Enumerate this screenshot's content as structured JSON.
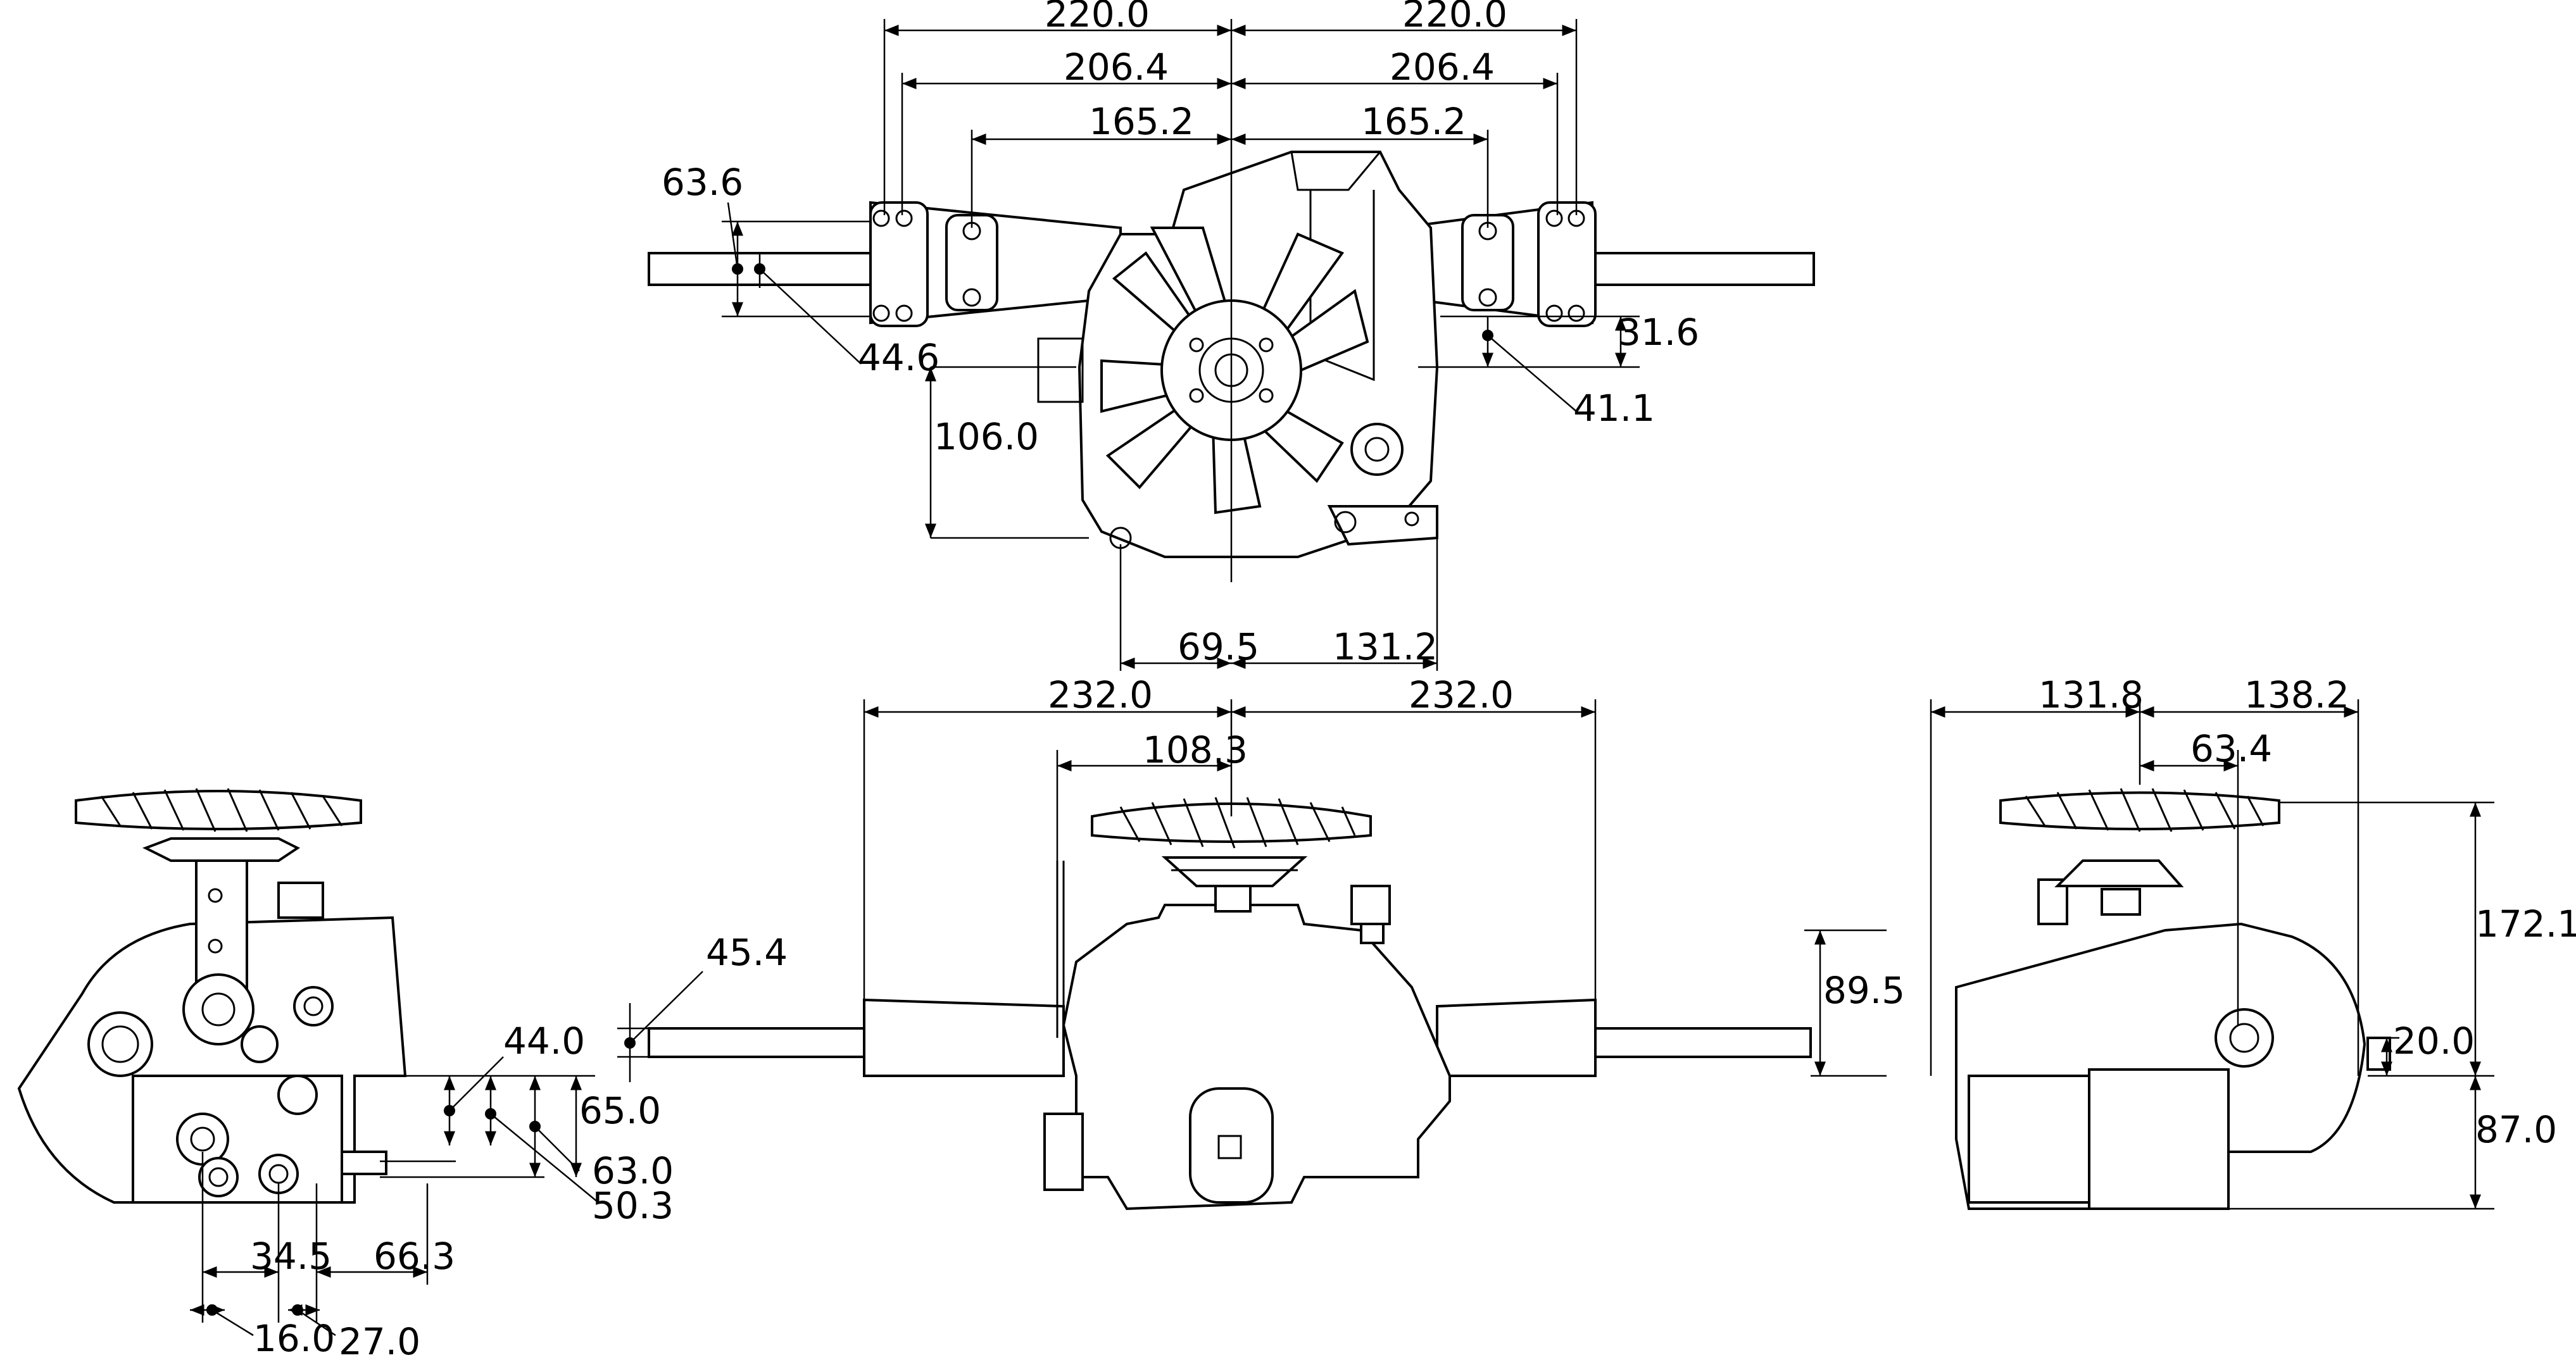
{
  "dimensions": {
    "top_width_left": "220.0",
    "top_width_right": "220.0",
    "top_mid_left": "206.4",
    "top_mid_right": "206.4",
    "top_inner_left": "165.2",
    "top_inner_right": "165.2",
    "axle_pitch": "63.6",
    "axle_offset": "44.6",
    "hub_depth": "31.6",
    "hub_offset": "41.1",
    "fan_to_base": "106.0",
    "base_left": "69.5",
    "base_right": "131.2",
    "front_left_width": "232.0",
    "front_right_width": "232.0",
    "front_inner": "108.3",
    "front_axle_dia": "45.4",
    "front_axle_height": "89.5",
    "left_a": "44.0",
    "left_b": "65.0",
    "left_c": "63.0",
    "left_d": "50.3",
    "left_e": "34.5",
    "left_f": "66.3",
    "left_g": "16.0",
    "left_h": "27.0",
    "right_left_width": "131.8",
    "right_right_width": "138.2",
    "right_inner": "63.4",
    "right_total_height": "172.1",
    "right_axle_offset": "20.0",
    "right_lower_height": "87.0"
  }
}
